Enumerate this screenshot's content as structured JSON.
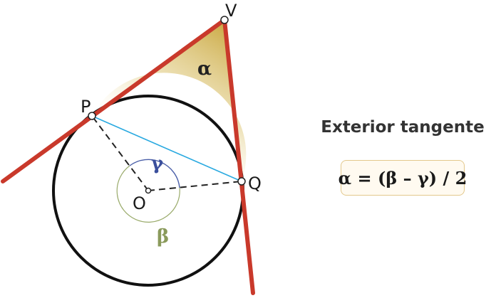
{
  "diagram": {
    "points": {
      "P": "P",
      "Q": "Q",
      "V": "V",
      "O": "O"
    },
    "angles": {
      "alpha": "α",
      "beta": "β",
      "gamma": "γ"
    },
    "colors": {
      "tangent_lines": "#c9392b",
      "circle": "#111111",
      "chord": "#29a9e0",
      "radius_dashed": "#222222",
      "alpha_fill": "#c8a53a",
      "beta_arc": "#9aab6b",
      "gamma_arc": "#4a5fa8",
      "gamma_label": "#3b4f9c",
      "beta_label": "#8a9a5b",
      "alpha_label": "#222222"
    }
  },
  "panel": {
    "title": "Exterior tangente",
    "formula": "α = (β – γ) / 2"
  }
}
